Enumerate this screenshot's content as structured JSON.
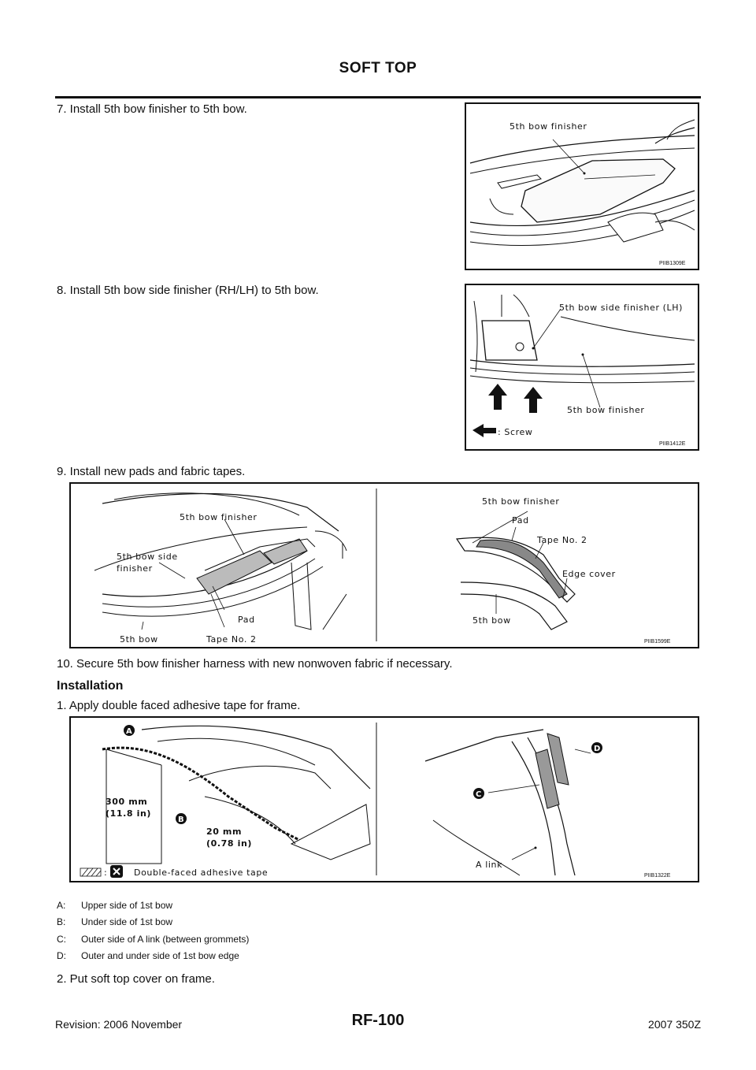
{
  "header": {
    "title": "SOFT TOP"
  },
  "steps": {
    "s7": "7.   Install 5th bow finisher to 5th bow.",
    "s8": "8.   Install 5th bow side finisher (RH/LH) to 5th bow.",
    "s9": "9.   Install new pads and fabric tapes.",
    "s10": "10.  Secure 5th bow finisher harness with new nonwoven fabric if necessary."
  },
  "installation": {
    "heading": "Installation",
    "step1": "1.   Apply double faced adhesive tape for frame.",
    "step2": "2.   Put soft top cover on frame.",
    "legend": [
      {
        "key": "A:",
        "text": "Upper side of 1st bow"
      },
      {
        "key": "B:",
        "text": "Under side of 1st bow"
      },
      {
        "key": "C:",
        "text": "Outer side of A link (between grommets)"
      },
      {
        "key": "D:",
        "text": "Outer and under side of 1st bow edge"
      }
    ]
  },
  "figures": {
    "fig1": {
      "label": "5th bow finisher",
      "code": "PIIB1309E"
    },
    "fig2": {
      "label_side": "5th bow side finisher (LH)",
      "label_finisher": "5th bow finisher",
      "screw": ": Screw",
      "code": "PIIB1412E"
    },
    "fig3": {
      "left_finisher": "5th bow finisher",
      "left_side1": "5th bow side",
      "left_side2": "finisher",
      "left_bow": "5th bow",
      "left_pad": "Pad",
      "left_tape": "Tape No. 2",
      "right_finisher": "5th bow finisher",
      "right_pad": "Pad",
      "right_tape": "Tape No. 2",
      "right_edge": "Edge cover",
      "right_bow": "5th bow",
      "code": "PIIB1599E"
    },
    "fig4": {
      "A": "A",
      "B": "B",
      "C": "C",
      "D": "D",
      "dim1a": "300 mm",
      "dim1b": "(11.8 in)",
      "dim2a": "20 mm",
      "dim2b": "(0.78 in)",
      "legend_colon": ":",
      "legend_text": "Double-faced adhesive tape",
      "alink": "A link",
      "code": "PIIB1322E"
    }
  },
  "footer": {
    "revision": "Revision: 2006 November",
    "page": "RF-100",
    "model": "2007 350Z"
  }
}
